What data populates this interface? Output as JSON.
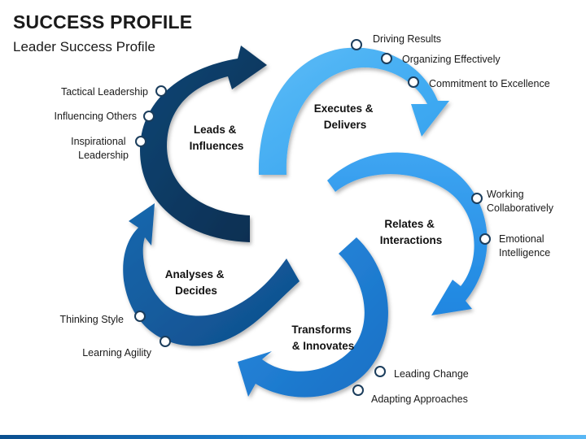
{
  "header": {
    "title": "SUCCESS PROFILE",
    "subtitle": "Leader Success Profile"
  },
  "colors": {
    "leads": "#0b3a63",
    "executes": "#3aa8f0",
    "relates": "#2f95e8",
    "transforms": "#1f7fd4",
    "analyses": "#125a9c"
  },
  "segments": [
    {
      "id": "leads",
      "label_lines": [
        "Leads &",
        "Influences"
      ],
      "items": [
        "Tactical Leadership",
        "Influencing Others",
        "Inspirational",
        "Leadership"
      ]
    },
    {
      "id": "executes",
      "label_lines": [
        "Executes &",
        "Delivers"
      ],
      "items": [
        "Driving Results",
        "Organizing Effectively",
        "Commitment to Excellence"
      ]
    },
    {
      "id": "relates",
      "label_lines": [
        "Relates &",
        "Interactions"
      ],
      "items": [
        "Working",
        "Collaboratively",
        "Emotional",
        "Intelligence"
      ]
    },
    {
      "id": "transforms",
      "label_lines": [
        "Transforms",
        "& Innovates"
      ],
      "items": [
        "Leading Change",
        "Adapting Approaches"
      ]
    },
    {
      "id": "analyses",
      "label_lines": [
        "Analyses &",
        "Decides"
      ],
      "items": [
        "Thinking Style",
        "Learning Agility"
      ]
    }
  ]
}
